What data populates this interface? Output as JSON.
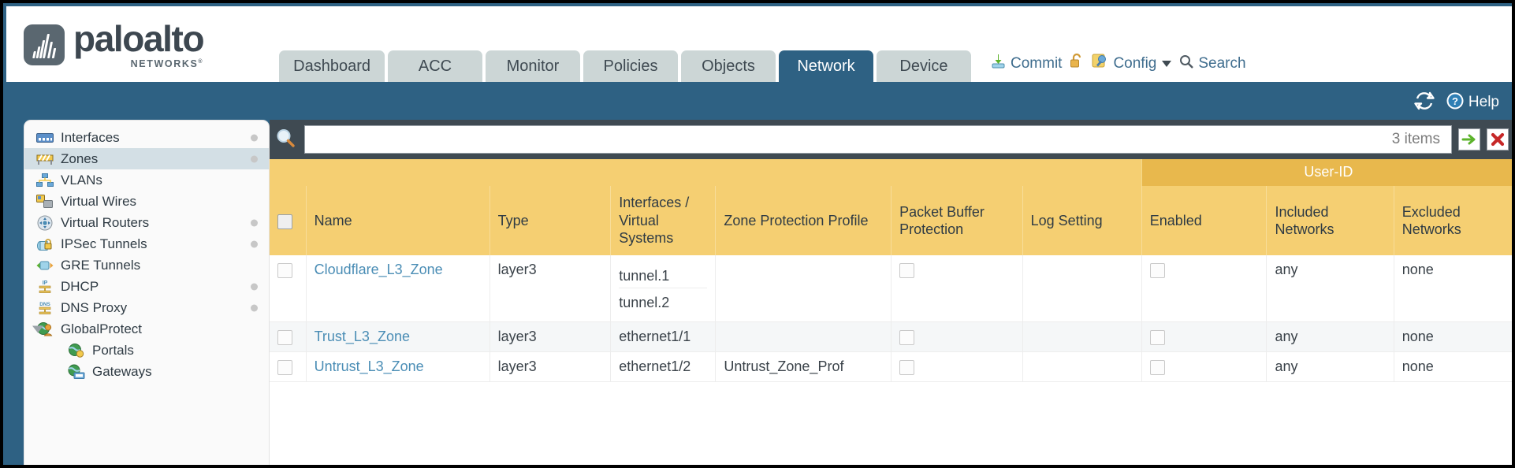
{
  "header": {
    "brand_word": "paloalto",
    "brand_sub": "NETWORKS",
    "brand_sub_mark": "®",
    "tabs": [
      {
        "label": "Dashboard",
        "active": false
      },
      {
        "label": "ACC",
        "active": false
      },
      {
        "label": "Monitor",
        "active": false
      },
      {
        "label": "Policies",
        "active": false
      },
      {
        "label": "Objects",
        "active": false
      },
      {
        "label": "Network",
        "active": true
      },
      {
        "label": "Device",
        "active": false
      }
    ],
    "actions": {
      "commit": "Commit",
      "config": "Config",
      "search": "Search"
    },
    "help_label": "Help",
    "accent_blue": "#2e6183",
    "tab_gray": "#ccd6d6"
  },
  "sidebar": {
    "items": [
      {
        "label": "Interfaces",
        "icon": "interfaces-icon",
        "selected": false,
        "dot": true,
        "child": false,
        "expandable": false
      },
      {
        "label": "Zones",
        "icon": "zones-icon",
        "selected": true,
        "dot": true,
        "child": false,
        "expandable": false
      },
      {
        "label": "VLANs",
        "icon": "vlans-icon",
        "selected": false,
        "dot": false,
        "child": false,
        "expandable": false
      },
      {
        "label": "Virtual Wires",
        "icon": "virtual-wires-icon",
        "selected": false,
        "dot": false,
        "child": false,
        "expandable": false
      },
      {
        "label": "Virtual Routers",
        "icon": "virtual-routers-icon",
        "selected": false,
        "dot": true,
        "child": false,
        "expandable": false
      },
      {
        "label": "IPSec Tunnels",
        "icon": "ipsec-tunnels-icon",
        "selected": false,
        "dot": true,
        "child": false,
        "expandable": false
      },
      {
        "label": "GRE Tunnels",
        "icon": "gre-tunnels-icon",
        "selected": false,
        "dot": false,
        "child": false,
        "expandable": false
      },
      {
        "label": "DHCP",
        "icon": "dhcp-icon",
        "selected": false,
        "dot": true,
        "child": false,
        "expandable": false
      },
      {
        "label": "DNS Proxy",
        "icon": "dns-proxy-icon",
        "selected": false,
        "dot": true,
        "child": false,
        "expandable": false
      },
      {
        "label": "GlobalProtect",
        "icon": "globalprotect-icon",
        "selected": false,
        "dot": false,
        "child": false,
        "expandable": true
      },
      {
        "label": "Portals",
        "icon": "portals-icon",
        "selected": false,
        "dot": false,
        "child": true,
        "expandable": false
      },
      {
        "label": "Gateways",
        "icon": "gateways-icon",
        "selected": false,
        "dot": false,
        "child": true,
        "expandable": false
      }
    ]
  },
  "filter": {
    "placeholder": "",
    "value": "",
    "items_count": "3 items",
    "apply_icon": "green-arrow-icon",
    "clear_icon": "red-x-icon"
  },
  "table": {
    "group_header": "User-ID",
    "columns": [
      "Name",
      "Type",
      "Interfaces / Virtual Systems",
      "Zone Protection Profile",
      "Packet Buffer Protection",
      "Log Setting",
      "Enabled",
      "Included Networks",
      "Excluded Networks"
    ],
    "rows": [
      {
        "name": "Cloudflare_L3_Zone",
        "type": "layer3",
        "interfaces": [
          "tunnel.1",
          "tunnel.2"
        ],
        "zone_protection_profile": "",
        "packet_buffer_protection": false,
        "log_setting": "",
        "userid_enabled": false,
        "included_networks": "any",
        "excluded_networks": "none"
      },
      {
        "name": "Trust_L3_Zone",
        "type": "layer3",
        "interfaces": [
          "ethernet1/1"
        ],
        "zone_protection_profile": "",
        "packet_buffer_protection": false,
        "log_setting": "",
        "userid_enabled": false,
        "included_networks": "any",
        "excluded_networks": "none"
      },
      {
        "name": "Untrust_L3_Zone",
        "type": "layer3",
        "interfaces": [
          "ethernet1/2"
        ],
        "zone_protection_profile": "Untrust_Zone_Prof",
        "packet_buffer_protection": false,
        "log_setting": "",
        "userid_enabled": false,
        "included_networks": "any",
        "excluded_networks": "none"
      }
    ]
  },
  "colors": {
    "header_amber": "#f5cf72",
    "group_amber": "#e8b84d",
    "link_blue": "#4a8db5",
    "panel_dark": "#3f4a52"
  }
}
